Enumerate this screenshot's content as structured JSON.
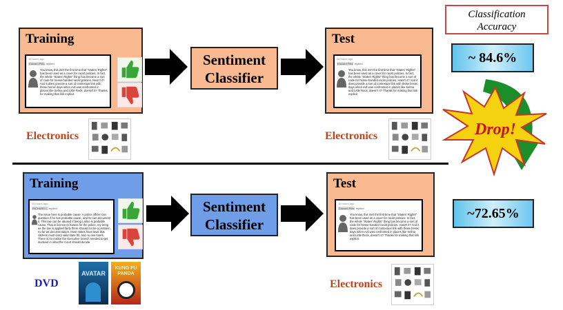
{
  "accuracy_header": "Classification Accuracy",
  "top_row": {
    "training": {
      "title": "Training",
      "review": {
        "meta": "10 hours ago",
        "user": "Edward Pitts",
        "action": "replied",
        "text": "You know, this isn't the first time that \"States' Rights\" has been used as a cover for racist policies. In fact, the whole \"States' Rights\" thing has become a sort of code for hesse-handed racist policies. Hasn't it? And it does provide a sort of contextual link with those heroic days when evil was confronted in places like Selma and Little Rock, doesn't it? Thanks for making that link explicit."
      },
      "domain": "Electronics"
    },
    "classifier": {
      "line1": "Sentiment",
      "line2": "Classifier"
    },
    "test": {
      "title": "Test",
      "review": {
        "meta": "10 hours ago",
        "user": "Edward Pitts",
        "action": "replied",
        "text": "You know, this isn't the first time that \"States' Rights\" has been used as a cover for racist policies. In fact, the whole \"States' Rights\" thing has become a sort of code for hesse-handed racist policies. Hasn't it? And it does provide a sort of contextual link with those heroic days when evil was confronted in places like Selma and Little Rock, doesn't it? Thanks for making that link explicit."
      },
      "domain": "Electronics"
    },
    "accuracy": "~ 84.6%"
  },
  "drop_label": "Drop!",
  "bottom_row": {
    "training": {
      "title": "Training",
      "review": {
        "meta": "10 hours ago",
        "user": "RICHARD L",
        "action": "replied",
        "text": "The issue here is probable cause. A police officer can question if he has probable cause, and he can document it. This law can be abused if being Latino is probable cause. That is licence to harass for the police, my bring as the law is applied fairly there should not be a problem, no far as documentation. Most states have laws that citizens must carry valid state ID, and no one cares. There is no malice the Executive branch needed to get involved in what the Court should decide."
      },
      "domain": "DVD",
      "dvd_covers": [
        {
          "title": "AVATAR",
          "colors": [
            "#0d2b4e",
            "#1f6fa8"
          ]
        },
        {
          "title": "KUNG FU PANDA",
          "colors": [
            "#b8261a",
            "#f2b01e"
          ]
        }
      ]
    },
    "classifier": {
      "line1": "Sentiment",
      "line2": "Classifier"
    },
    "test": {
      "title": "Test",
      "review": {
        "meta": "10 hours ago",
        "user": "Edward Pitts",
        "action": "replied",
        "text": "You know, this isn't the first time that \"States' Rights\" has been used as a cover for racist policies. In fact, the whole \"States' Rights\" thing has become a sort of code for hesse-handed racist policies. Hasn't it? And it does provide a sort of contextual link with those heroic days when evil was confronted in places like Selma and Little Rock, doesn't it? Thanks for making that link explicit."
      },
      "domain": "Electronics"
    },
    "accuracy": "~72.65%"
  },
  "colors": {
    "peach_panel": "#f9b991",
    "blue_panel": "#6f9de8",
    "electronics_text": "#c0451a",
    "dvd_text": "#1a1fb5",
    "thumbs_up": "#3aa63a",
    "thumbs_down": "#d9453d",
    "drop_star": "#f5d20f",
    "drop_text": "#cc1111",
    "drop_arrow": "#1d8f2a"
  }
}
